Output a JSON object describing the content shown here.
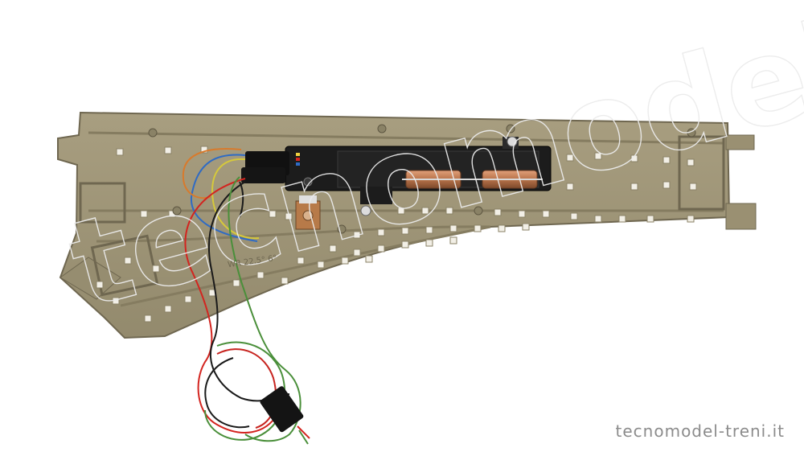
{
  "image": {
    "subject": "model railway turnout track with electric point motor",
    "colors": {
      "background": "#ffffff",
      "track_body": "#9e9477",
      "track_shadow": "#7d745a",
      "sleeper_hole": "#f2efe6",
      "motor_housing": "#1c1c1c",
      "coil_copper": "#b8734a",
      "wire_red": "#d3241f",
      "wire_blue": "#2f6bc4",
      "wire_yellow": "#d6c93b",
      "wire_green": "#4a8f3a",
      "wire_black": "#1a1a1a"
    }
  },
  "caption": "tecnomodel-treni.it",
  "watermark": "tecnomodel",
  "mold_marking": "WR 22.5° 6°"
}
